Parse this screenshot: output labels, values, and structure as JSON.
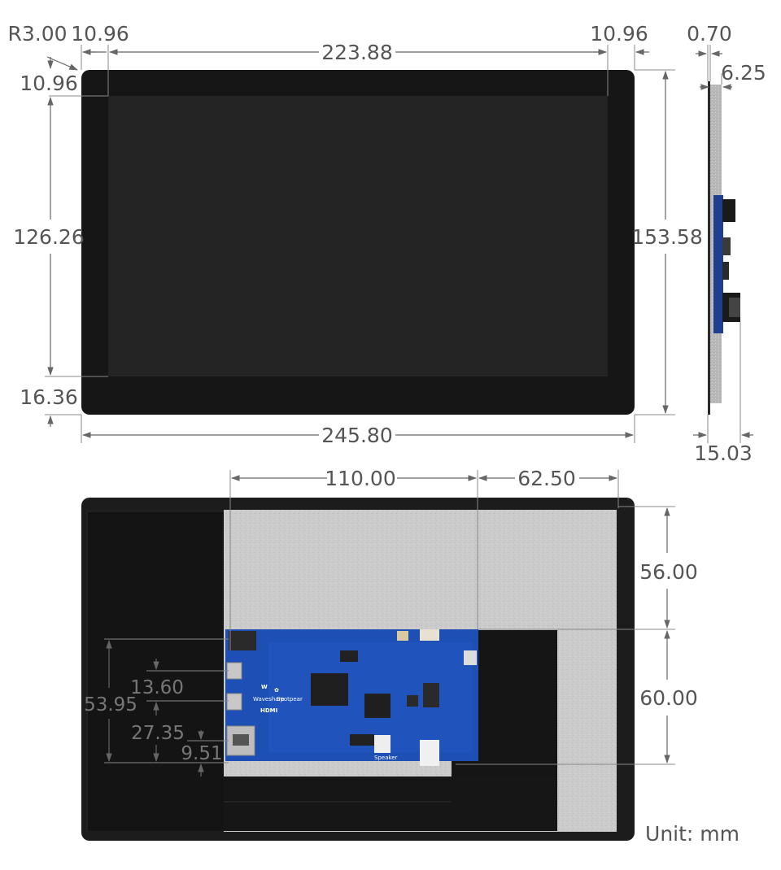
{
  "front_view": {
    "corner_radius": "R3.00",
    "bezel_left": "10.96",
    "active_width": "223.88",
    "bezel_right": "10.96",
    "bezel_top": "10.96",
    "active_height": "126.26",
    "bezel_bottom": "16.36",
    "outer_height": "153.58",
    "outer_width": "245.80"
  },
  "side_view": {
    "glass_thickness": "0.70",
    "panel_thickness": "6.25",
    "total_depth": "15.03"
  },
  "back_view": {
    "board_width": "110.00",
    "board_offset_right": "62.50",
    "board_offset_top": "56.00",
    "board_height": "60.00",
    "port_span": "53.95",
    "port_1_offset": "13.60",
    "port_2_offset": "27.35",
    "hdmi_offset": "9.51",
    "pcb_brand_1": "Waveshare",
    "pcb_brand_2": "Spotpear",
    "pcb_hdmi_label": "HDMI",
    "pcb_speaker_label": "Speaker"
  },
  "unit_label": "Unit: mm",
  "colors": {
    "bezel": "#161616",
    "active_area": "#242424",
    "back_cover": "#1c1c1c",
    "metal_plate": "#c9c9c9",
    "pcb": "#1e4fb4"
  }
}
